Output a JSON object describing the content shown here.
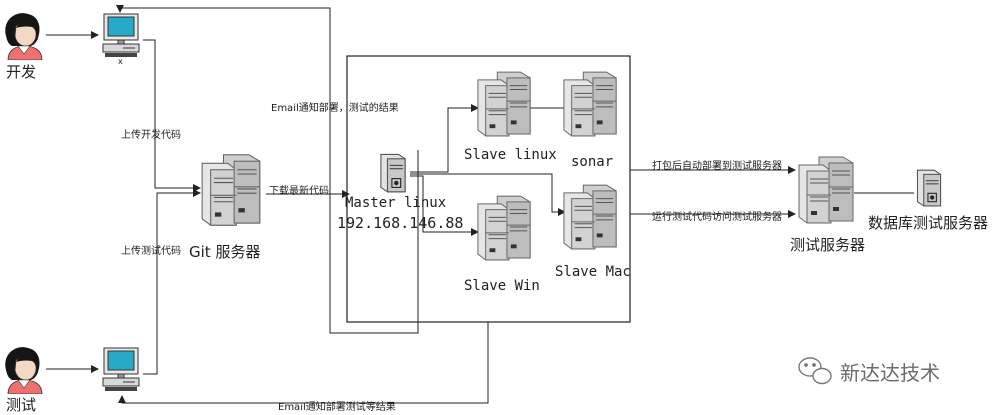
{
  "actors": {
    "dev": "开发",
    "test": "测试"
  },
  "pc_dev_caption": "x",
  "edges": {
    "upload_dev": "上传开发代码",
    "upload_test": "上传测试代码",
    "download": "下载最新代码",
    "email_top": "Email通知部署，测试的结果",
    "pack_deploy": "打包后自动部署到测试服务器",
    "run_tests": "运行测试代码访问测试服务器",
    "email_bottom": "Email通知部署测试等结果"
  },
  "nodes": {
    "git": "Git 服务器",
    "master_name": "Master linux",
    "master_ip": "192.168.146.88",
    "slave_linux": "Slave linux",
    "sonar": "sonar",
    "slave_win": "Slave Win",
    "slave_mac": "Slave Mac",
    "test_server": "测试服务器",
    "db_server": "数据库测试服务器"
  },
  "watermark": "新达达技术",
  "icon_names": [
    "person-icon",
    "monitor-icon",
    "server-rack-icon",
    "small-server-icon",
    "wechat-icon"
  ]
}
